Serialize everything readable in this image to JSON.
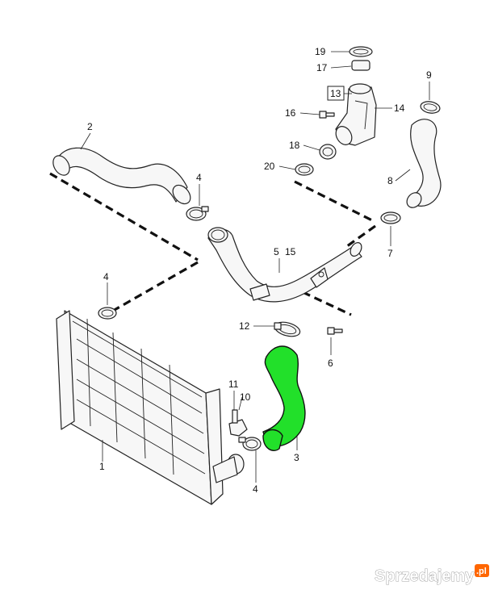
{
  "labels": {
    "p1": "1",
    "p2": "2",
    "p3": "3",
    "p4a": "4",
    "p4b": "4",
    "p4c": "4",
    "p5": "5",
    "p15": "15",
    "p6": "6",
    "p7": "7",
    "p8": "8",
    "p9": "9",
    "p10": "10",
    "p11": "11",
    "p12": "12",
    "p13": "13",
    "p14": "14",
    "p16": "16",
    "p17": "17",
    "p18": "18",
    "p19": "19",
    "p20": "20"
  },
  "watermark": {
    "text": "Sprzedajemy",
    "suffix": ".pl"
  },
  "colors": {
    "highlight": "#22e02a",
    "line": "#222222"
  }
}
